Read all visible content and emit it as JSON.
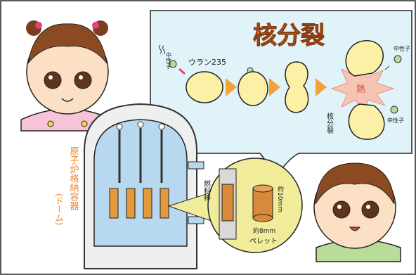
{
  "title": "核分裂",
  "labels": {
    "neutron_in": "中性子",
    "uranium": "ウラン235",
    "fission": "核分裂",
    "heat": "熱",
    "neutron_out_top": "中性子",
    "neutron_out_bottom": "中性子",
    "reactor_vessel": "原子炉格納容器",
    "dome": "(ドーム)",
    "fuel_rod": "燃料棒",
    "pellet": "ペレット",
    "pellet_height": "約10mm",
    "pellet_width": "約8mm"
  },
  "colors": {
    "title": "#e8752a",
    "bubble_fill": "#dff3f9",
    "nucleus": "#fcefa6",
    "arrow": "#f2a13b",
    "heat_burst": "#f7c3b2",
    "neutron": "#b8dc9a",
    "dome_label": "#e8852b",
    "vessel_fill": "#eef0f0",
    "water": "#b7d8ee",
    "fuel": "#e49a3c",
    "magnifier": "#f0ec9a",
    "pellet": "#d8893a"
  },
  "characters": {
    "girl": "girl-with-pigtails",
    "boy": "boy-smiling"
  }
}
